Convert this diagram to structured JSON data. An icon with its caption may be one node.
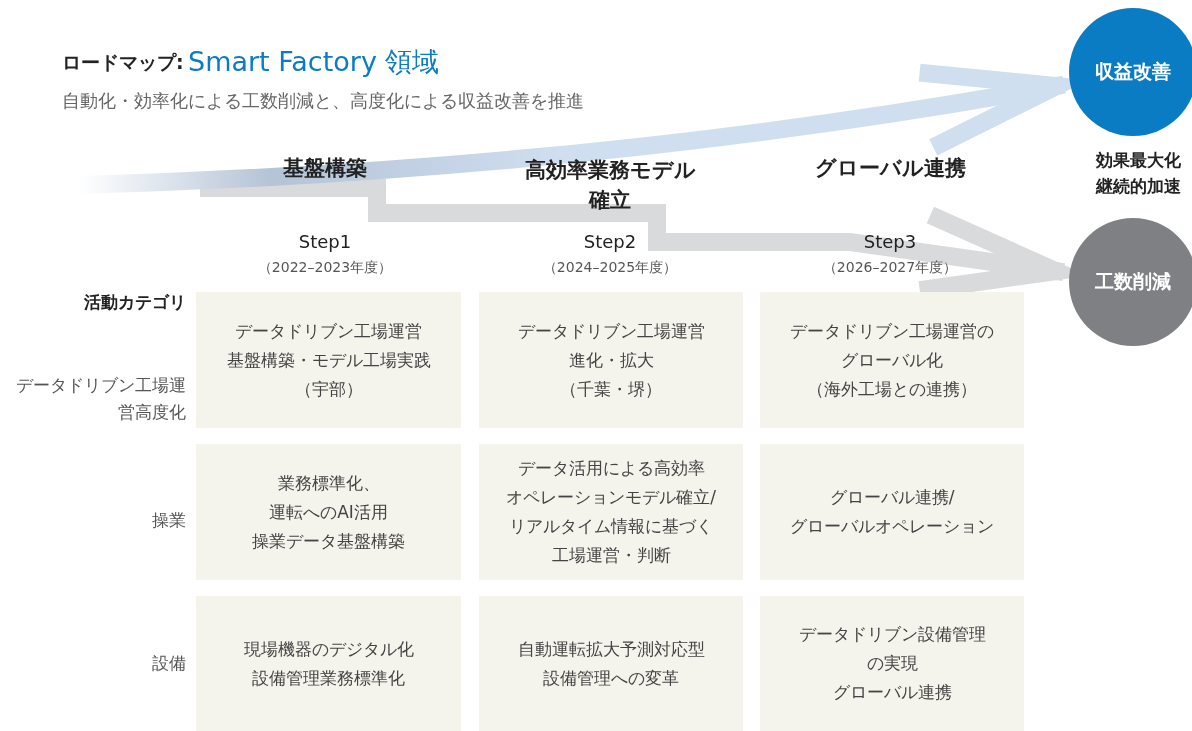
{
  "diagram": {
    "title": "ロードマップ:",
    "nodes": [
      {
        "text": [
          "収益改善"
        ]
      },
      {
        "text": [
          "工数削減"
        ]
      },
      {
        "text": [
          "データドリブン工場運営",
          "基盤構築・モデル工場実践",
          "（宇部）"
        ]
      },
      {
        "text": [
          "データドリブン工場運営",
          "進化・拡大",
          "（千葉・堺）"
        ]
      },
      {
        "text": [
          "データドリブン工場運営の",
          "グローバル化",
          "（海外工場との連携）"
        ]
      },
      {
        "text": [
          "業務標準化、",
          "運転へのAI活用",
          "操業データ基盤構築"
        ]
      },
      {
        "text": [
          "データ活用による高効率",
          "オペレーションモデル確立/",
          "リアルタイム情報に基づく",
          "工場運営・判断"
        ]
      },
      {
        "text": [
          "グローバル連携/",
          "グローバルオペレーション"
        ]
      },
      {
        "text": [
          "現場機器のデジタル化",
          "設備管理業務標準化"
        ]
      },
      {
        "text": [
          "自動運転拡大予測対応型",
          "設備管理への変革"
        ]
      },
      {
        "text": [
          "データドリブン設備管理",
          "の実現",
          "グローバル連携"
        ]
      }
    ],
    "edges": [
      {
        "from": null,
        "to": 1,
        "arrow": "to",
        "color": "#d9dadc"
      },
      {
        "from": null,
        "to": 0,
        "arrow": "to",
        "color": "#cfdff0"
      }
    ],
    "labels": [
      "Smart Factory 領域",
      "自動化・効率化による工数削減と、高度化による収益改善を推進",
      "基盤構築",
      "高効率業務モデル確立",
      "グローバル連携",
      "効果最大化継続的加速",
      "Step1",
      "（2022–2023年度）",
      "Step2",
      "（2024–2025年度）",
      "Step3",
      "（2026–2027年度）",
      "活動カテゴリ",
      "データドリブン工場運営高度化",
      "操業",
      "設備"
    ]
  }
}
